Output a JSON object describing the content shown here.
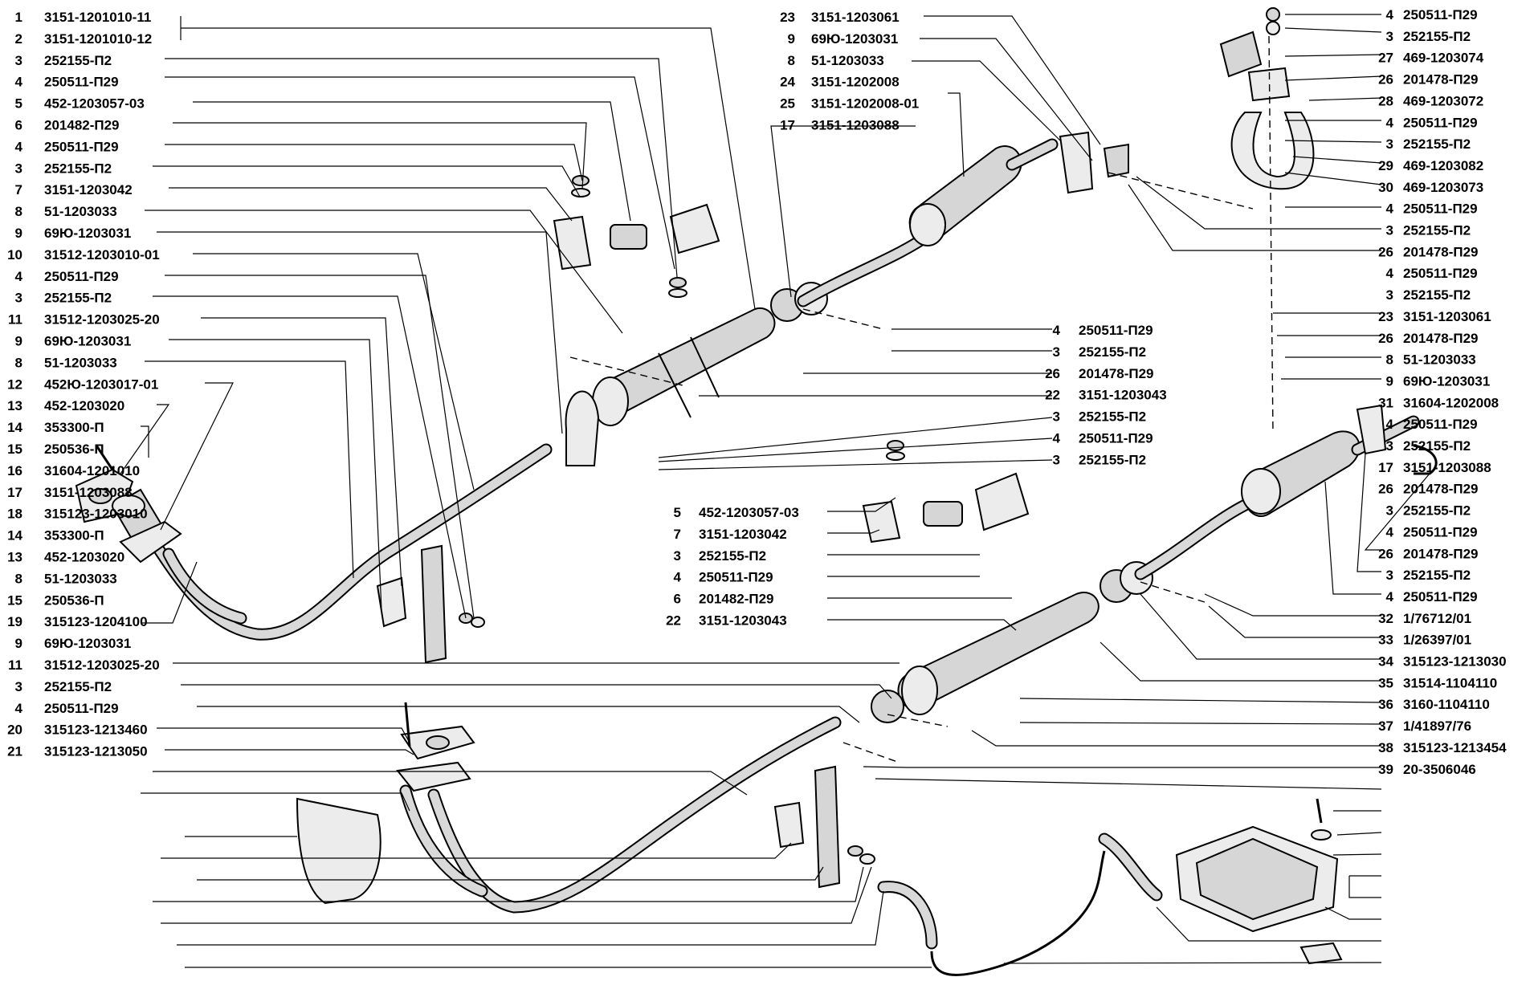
{
  "callouts_left": [
    {
      "num": "1",
      "code": "3151-1201010-11"
    },
    {
      "num": "2",
      "code": "3151-1201010-12"
    },
    {
      "num": "3",
      "code": "252155-П2"
    },
    {
      "num": "4",
      "code": "250511-П29"
    },
    {
      "num": "5",
      "code": "452-1203057-03"
    },
    {
      "num": "6",
      "code": "201482-П29"
    },
    {
      "num": "4",
      "code": "250511-П29"
    },
    {
      "num": "3",
      "code": "252155-П2"
    },
    {
      "num": "7",
      "code": "3151-1203042"
    },
    {
      "num": "8",
      "code": "51-1203033"
    },
    {
      "num": "9",
      "code": "69Ю-1203031"
    },
    {
      "num": "10",
      "code": "31512-1203010-01"
    },
    {
      "num": "4",
      "code": "250511-П29"
    },
    {
      "num": "3",
      "code": "252155-П2"
    },
    {
      "num": "11",
      "code": "31512-1203025-20"
    },
    {
      "num": "9",
      "code": "69Ю-1203031"
    },
    {
      "num": "8",
      "code": "51-1203033"
    },
    {
      "num": "12",
      "code": "452Ю-1203017-01"
    },
    {
      "num": "13",
      "code": "452-1203020"
    },
    {
      "num": "14",
      "code": "353300-П"
    },
    {
      "num": "15",
      "code": "250536-П"
    },
    {
      "num": "16",
      "code": "31604-1201010"
    },
    {
      "num": "17",
      "code": "3151-1203088"
    },
    {
      "num": "18",
      "code": "315123-1203010"
    },
    {
      "num": "14",
      "code": "353300-П"
    },
    {
      "num": "13",
      "code": "452-1203020"
    },
    {
      "num": "8",
      "code": "51-1203033"
    },
    {
      "num": "15",
      "code": "250536-П"
    },
    {
      "num": "19",
      "code": "315123-1204100"
    },
    {
      "num": "9",
      "code": "69Ю-1203031"
    },
    {
      "num": "11",
      "code": "31512-1203025-20"
    },
    {
      "num": "3",
      "code": "252155-П2"
    },
    {
      "num": "4",
      "code": "250511-П29"
    },
    {
      "num": "20",
      "code": "315123-1213460"
    },
    {
      "num": "21",
      "code": "315123-1213050"
    }
  ],
  "callouts_top_center": [
    {
      "num": "23",
      "code": "3151-1203061"
    },
    {
      "num": "9",
      "code": "69Ю-1203031"
    },
    {
      "num": "8",
      "code": "51-1203033"
    },
    {
      "num": "24",
      "code": "3151-1202008"
    },
    {
      "num": "25",
      "code": "3151-1202008-01"
    },
    {
      "num": "17",
      "code": "3151-1203088"
    }
  ],
  "callouts_mid_right": [
    {
      "num": "4",
      "code": "250511-П29"
    },
    {
      "num": "3",
      "code": "252155-П2"
    },
    {
      "num": "26",
      "code": "201478-П29"
    },
    {
      "num": "22",
      "code": "3151-1203043"
    },
    {
      "num": "3",
      "code": "252155-П2"
    },
    {
      "num": "4",
      "code": "250511-П29"
    },
    {
      "num": "3",
      "code": "252155-П2"
    }
  ],
  "callouts_center": [
    {
      "num": "5",
      "code": "452-1203057-03"
    },
    {
      "num": "7",
      "code": "3151-1203042"
    },
    {
      "num": "3",
      "code": "252155-П2"
    },
    {
      "num": "4",
      "code": "250511-П29"
    },
    {
      "num": "6",
      "code": "201482-П29"
    },
    {
      "num": "22",
      "code": "3151-1203043"
    }
  ],
  "callouts_right": [
    {
      "num": "4",
      "code": "250511-П29"
    },
    {
      "num": "3",
      "code": "252155-П2"
    },
    {
      "num": "27",
      "code": "469-1203074"
    },
    {
      "num": "26",
      "code": "201478-П29"
    },
    {
      "num": "28",
      "code": "469-1203072"
    },
    {
      "num": "4",
      "code": "250511-П29"
    },
    {
      "num": "3",
      "code": "252155-П2"
    },
    {
      "num": "29",
      "code": "469-1203082"
    },
    {
      "num": "30",
      "code": "469-1203073"
    },
    {
      "num": "4",
      "code": "250511-П29"
    },
    {
      "num": "3",
      "code": "252155-П2"
    },
    {
      "num": "26",
      "code": "201478-П29"
    },
    {
      "num": "4",
      "code": "250511-П29"
    },
    {
      "num": "3",
      "code": "252155-П2"
    },
    {
      "num": "23",
      "code": "3151-1203061"
    },
    {
      "num": "26",
      "code": "201478-П29"
    },
    {
      "num": "8",
      "code": "51-1203033"
    },
    {
      "num": "9",
      "code": "69Ю-1203031"
    },
    {
      "num": "31",
      "code": "31604-1202008"
    },
    {
      "num": "4",
      "code": "250511-П29"
    },
    {
      "num": "3",
      "code": "252155-П2"
    },
    {
      "num": "17",
      "code": "3151-1203088"
    },
    {
      "num": "26",
      "code": "201478-П29"
    },
    {
      "num": "3",
      "code": "252155-П2"
    },
    {
      "num": "4",
      "code": "250511-П29"
    },
    {
      "num": "26",
      "code": "201478-П29"
    },
    {
      "num": "3",
      "code": "252155-П2"
    },
    {
      "num": "4",
      "code": "250511-П29"
    },
    {
      "num": "32",
      "code": "1/76712/01"
    },
    {
      "num": "33",
      "code": "1/26397/01"
    },
    {
      "num": "34",
      "code": "315123-1213030"
    },
    {
      "num": "35",
      "code": "31514-1104110"
    },
    {
      "num": "36",
      "code": "3160-1104110"
    },
    {
      "num": "37",
      "code": "1/41897/76"
    },
    {
      "num": "38",
      "code": "315123-1213454"
    },
    {
      "num": "39",
      "code": "20-3506046"
    }
  ]
}
